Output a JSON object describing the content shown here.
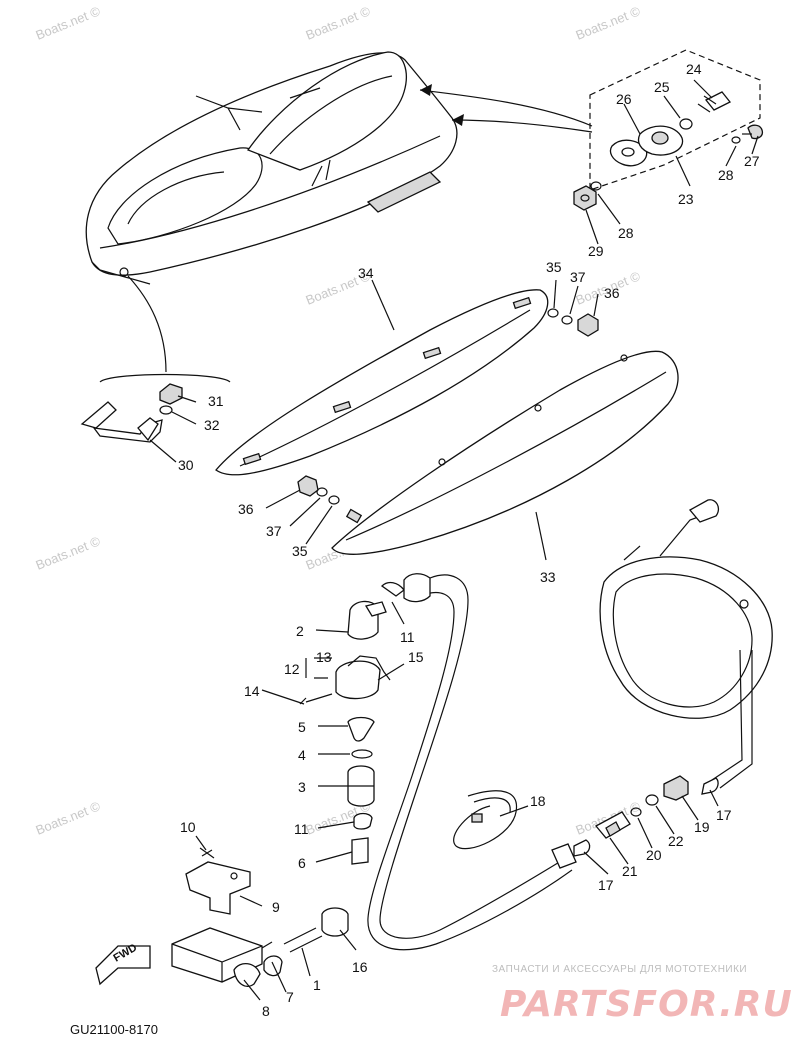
{
  "watermark": "Boats.net",
  "diagram_code": "GU21100-8170",
  "fwd_label": "FWD",
  "shop": {
    "tagline": "ЗАПЧАСТИ И АКСЕССУАРЫ ДЛЯ МОТОТЕХНИКИ",
    "logo": "PARTSFOR.RU"
  },
  "callouts": {
    "c1": "1",
    "c2": "2",
    "c3": "3",
    "c4": "4",
    "c5": "5",
    "c6": "6",
    "c7": "7",
    "c8": "8",
    "c9": "9",
    "c10": "10",
    "c11a": "11",
    "c11b": "11",
    "c12": "12",
    "c13": "13",
    "c14": "14",
    "c15": "15",
    "c16": "16",
    "c17a": "17",
    "c17b": "17",
    "c18": "18",
    "c19": "19",
    "c20": "20",
    "c21": "21",
    "c22": "22",
    "c23": "23",
    "c24": "24",
    "c25": "25",
    "c26": "26",
    "c27": "27",
    "c28a": "28",
    "c28b": "28",
    "c29": "29",
    "c30": "30",
    "c31": "31",
    "c32": "32",
    "c33": "33",
    "c34": "34",
    "c35a": "35",
    "c35b": "35",
    "c36a": "36",
    "c36b": "36",
    "c37a": "37",
    "c37b": "37"
  }
}
